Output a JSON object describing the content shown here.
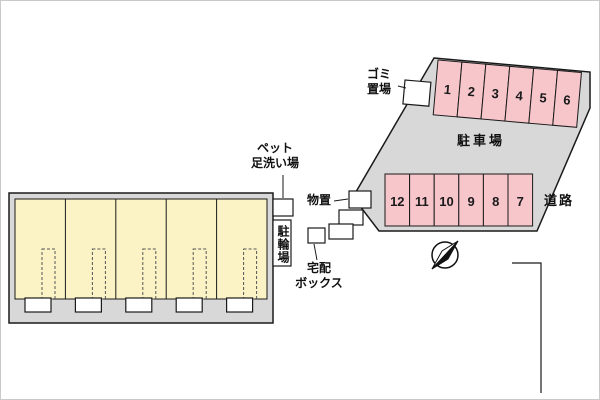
{
  "labels": {
    "garbage": "ゴミ\n置場",
    "parking_lot": "駐車場",
    "road": "道路",
    "pet_wash": "ペット\n足洗い場",
    "storage": "物置",
    "bike_parking": "駐輪場",
    "delivery_box": "宅配\nボックス"
  },
  "parking": {
    "top_row": [
      "1",
      "2",
      "3",
      "4",
      "5",
      "6"
    ],
    "bottom_row": [
      "12",
      "11",
      "10",
      "9",
      "8",
      "7"
    ]
  },
  "building": {
    "units": 5
  },
  "icons": {
    "compass": "north-compass"
  },
  "colors": {
    "area_fill": "#d8d8d8",
    "stall_fill": "#f6c6cb",
    "unit_fill": "#fbf3c6",
    "outline": "#1a1a1a",
    "stall_number": "#1a1a1a"
  }
}
